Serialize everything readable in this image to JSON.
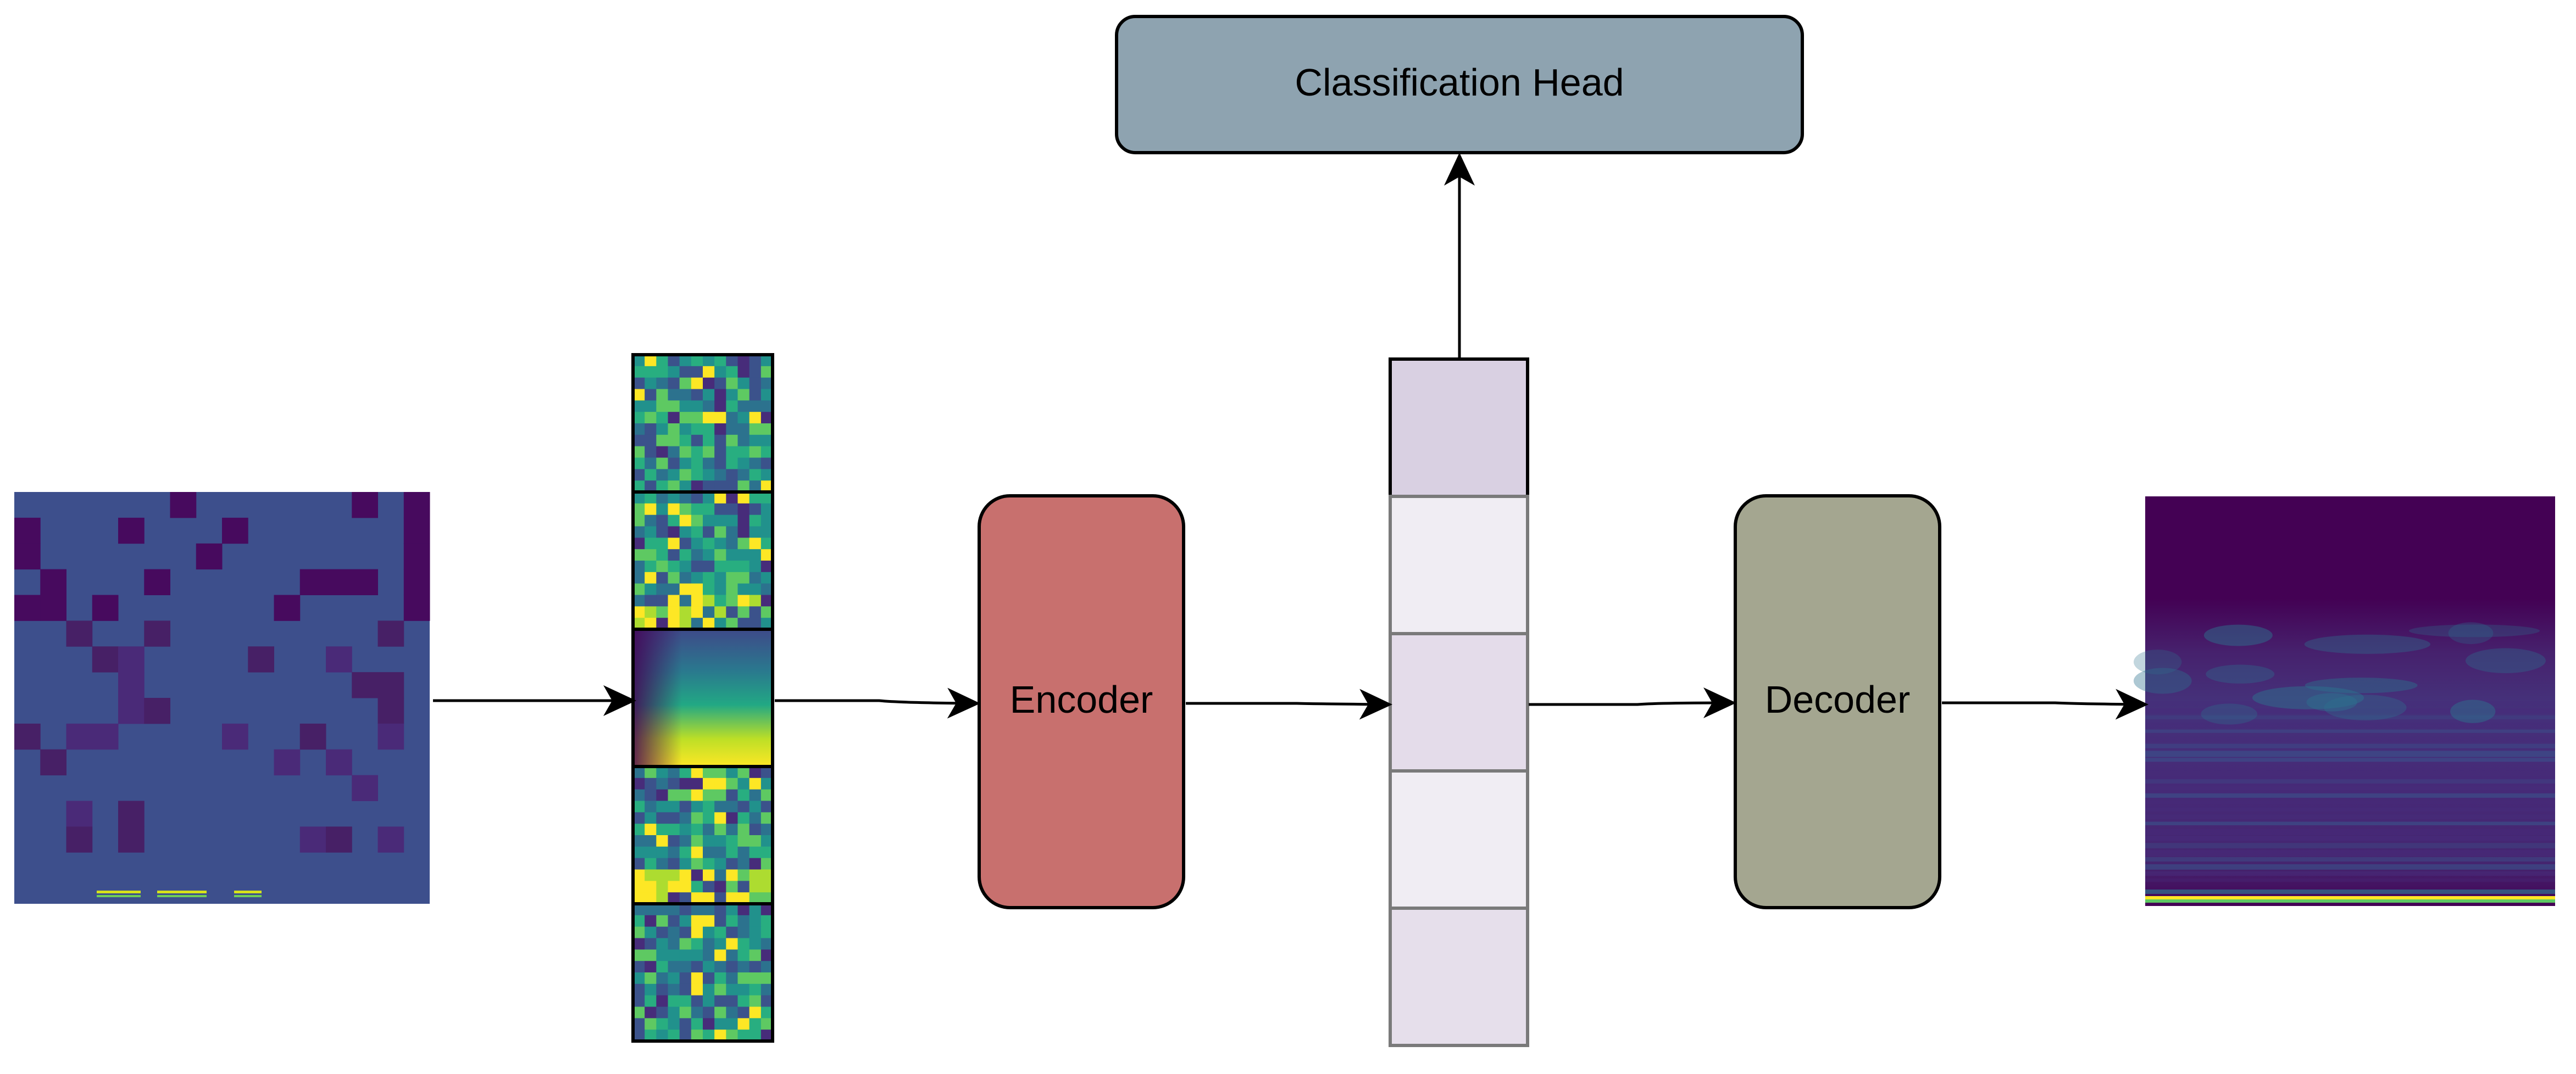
{
  "nodes": {
    "classification_head": {
      "label": "Classification Head",
      "color": "#8ea3b0"
    },
    "encoder": {
      "label": "Encoder",
      "color": "#c8706e"
    },
    "decoder": {
      "label": "Decoder",
      "color": "#a4a690"
    }
  },
  "token_colors": [
    "#d9d0e2",
    "#f0edf3",
    "#e4dcea",
    "#f0edf3",
    "#e6dfeb"
  ],
  "palette": [
    "#440154",
    "#3b528b",
    "#21918c",
    "#5ec962",
    "#fde725"
  ]
}
